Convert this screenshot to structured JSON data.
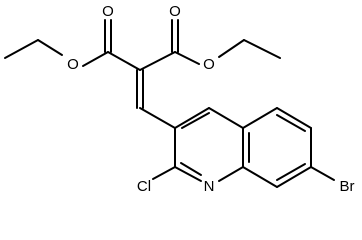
{
  "molecule": {
    "atom_labels": {
      "oxygen": "O",
      "nitrogen": "N",
      "chlorine": "Cl",
      "bromine": "Br"
    }
  }
}
